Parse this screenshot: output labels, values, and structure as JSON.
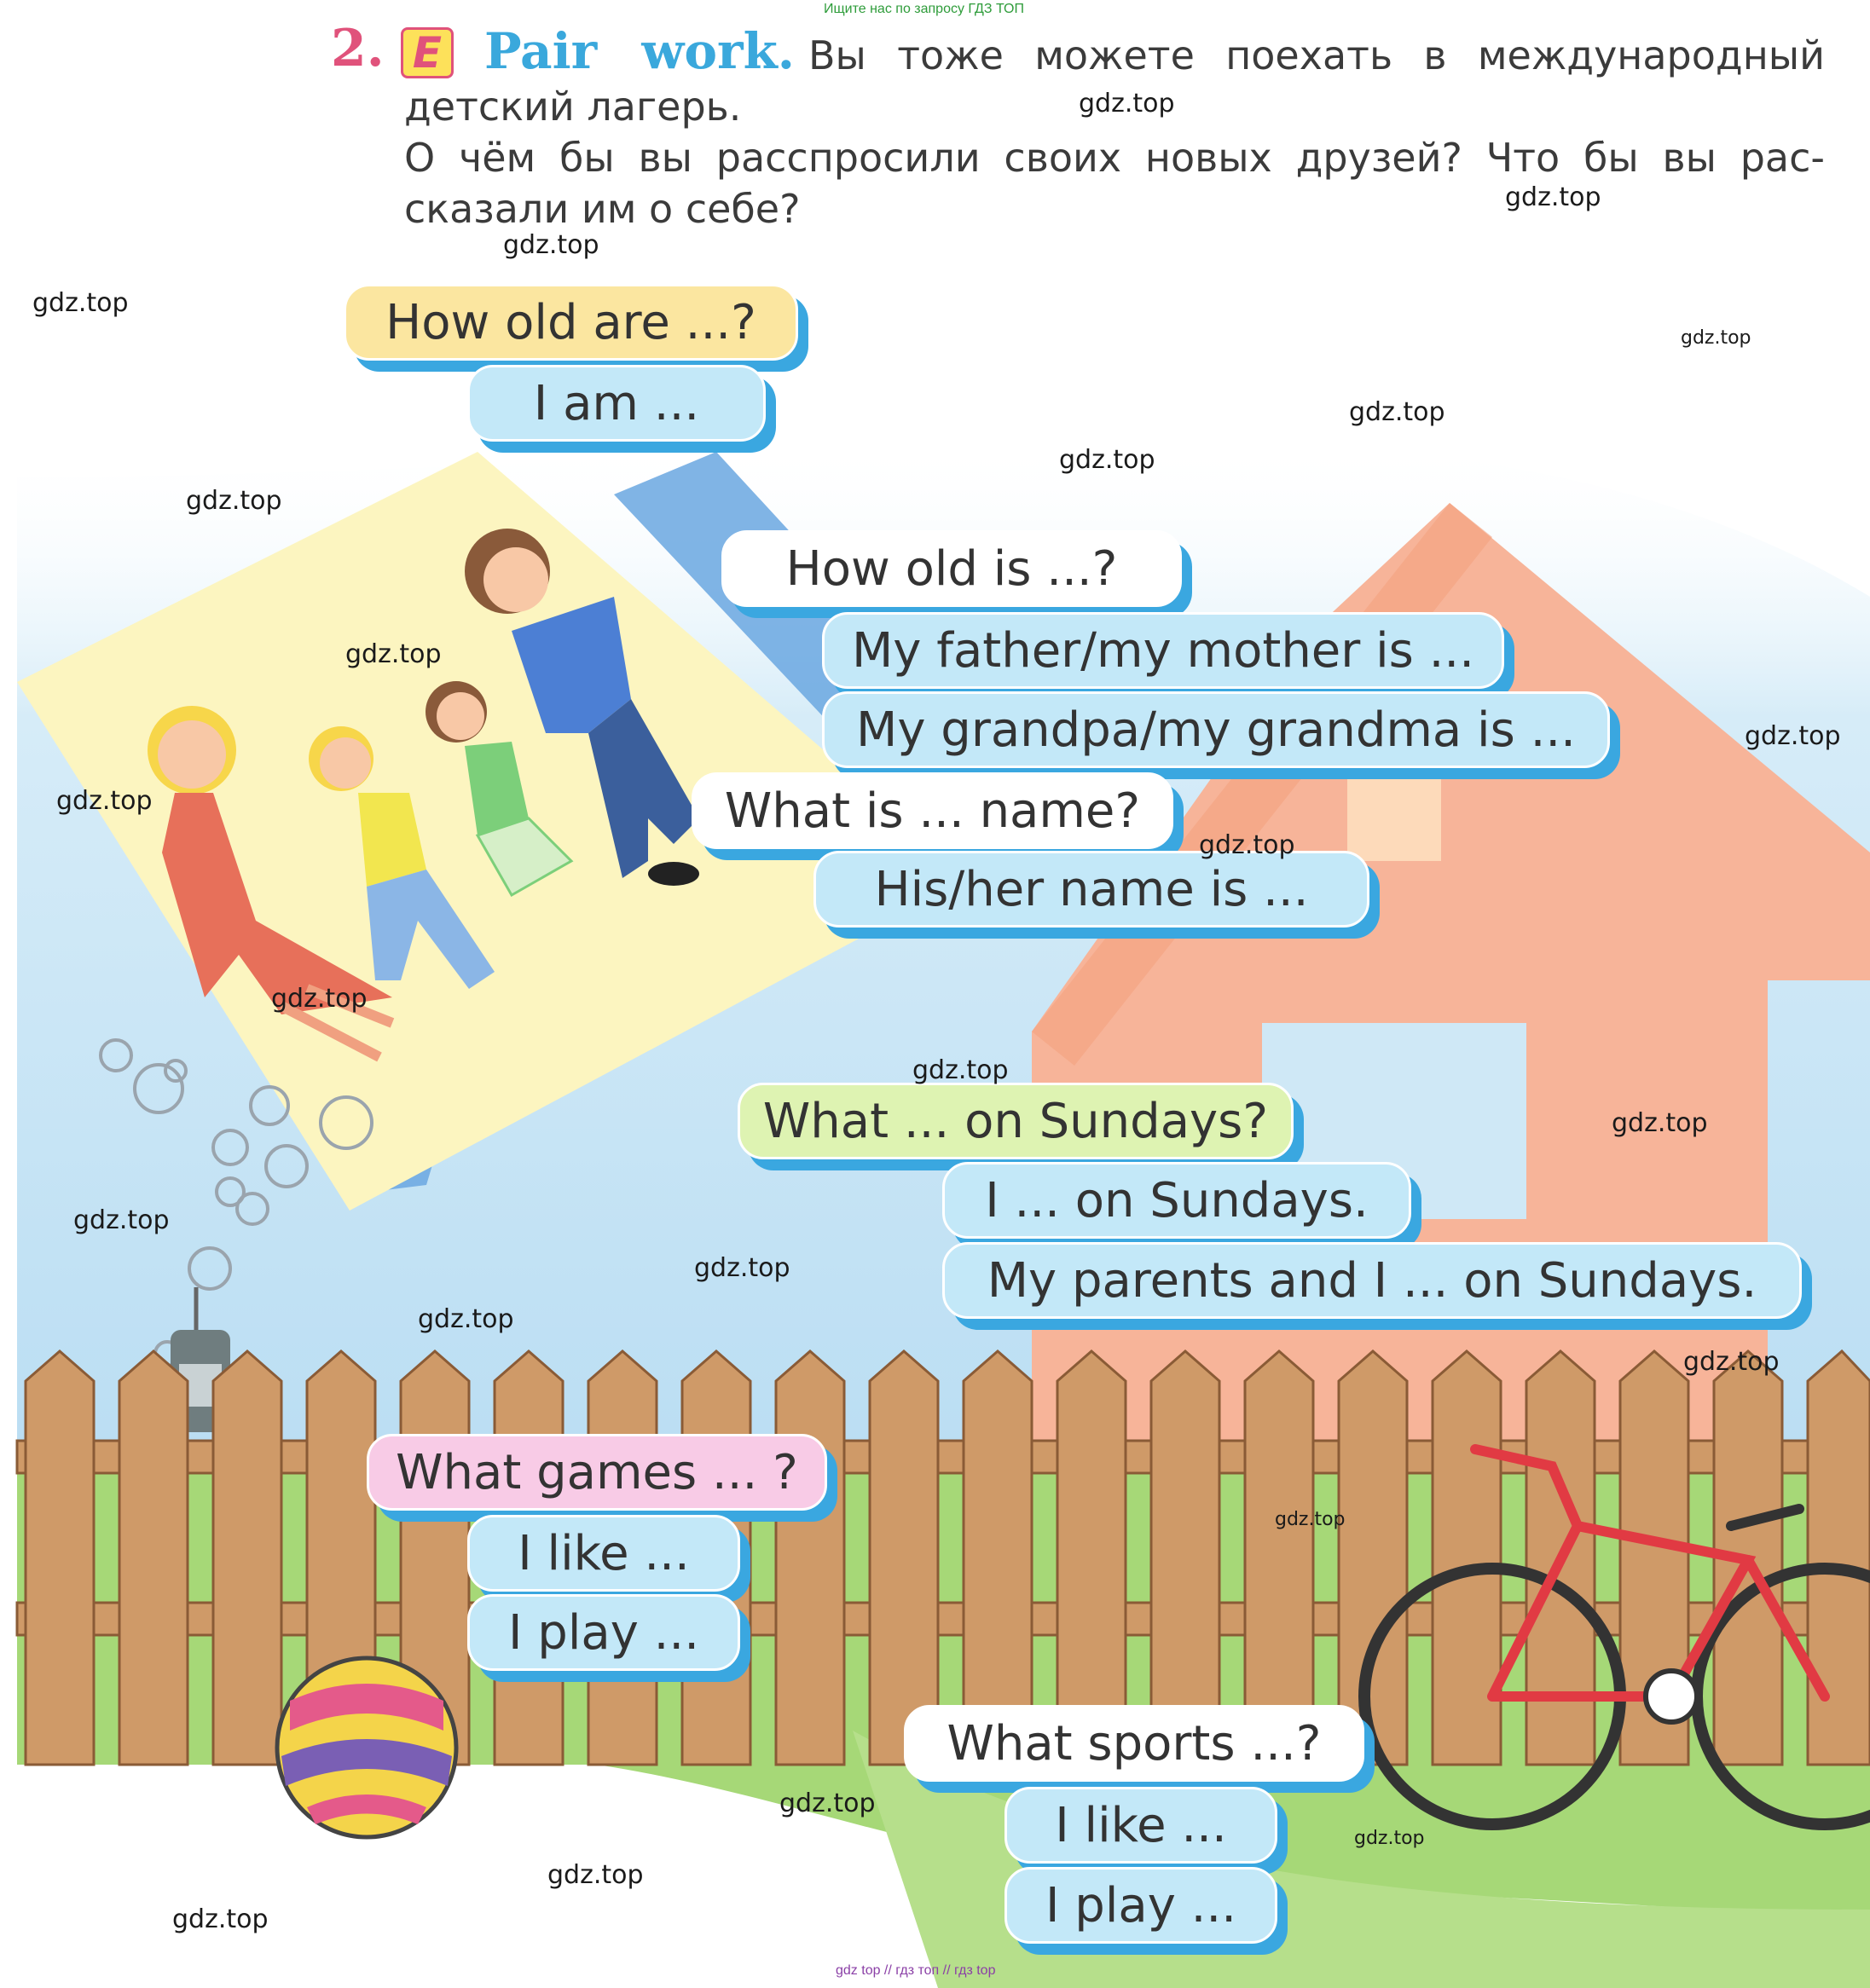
{
  "header": {
    "top_note": "Ищите нас по запросу ГДЗ ТОП",
    "exercise_number": "2.",
    "badge_letter": "E",
    "title": "Pair work.",
    "task_lines": [
      "Вы тоже можете поехать в международный",
      "детский лагерь.",
      "О чём бы вы расспросили своих новых друзей? Что бы вы рас-",
      "сказали им о себе?"
    ]
  },
  "bubbles": {
    "how_old_are": "How old are ...?",
    "i_am": "I am ...",
    "how_old_is": "How old is ...?",
    "father_mother": "My father/my mother is ...",
    "grandpa_grandma": "My grandpa/my grandma is ...",
    "what_name": "What is ... name?",
    "his_her_name": "His/her name is ...",
    "what_sundays": "What ... on Sundays?",
    "i_sundays": "I ... on Sundays.",
    "parents_sundays": "My parents and I ... on Sundays.",
    "what_games": "What games ... ?",
    "games_like": "I like ...",
    "games_play": "I play ...",
    "what_sports": "What sports ...?",
    "sports_like": "I like ...",
    "sports_play": "I play ..."
  },
  "watermark": "gdz.top",
  "footer": "gdz top // гдз топ // гдз top",
  "colors": {
    "bubble_shadow": "#3aa7e0",
    "bubble_blue": "#c3e8f8",
    "bubble_white": "#ffffff",
    "bubble_yellow": "#fbe6a0",
    "bubble_green": "#def3b2",
    "bubble_pink": "#f8cbe6",
    "sky": "#c4e2f4",
    "house": "#f7b499",
    "grass": "#a6d877",
    "fence": "#cf9a68",
    "bike": "#e13a43",
    "title_blue": "#3aa8dc",
    "number_pink": "#e0527b"
  }
}
